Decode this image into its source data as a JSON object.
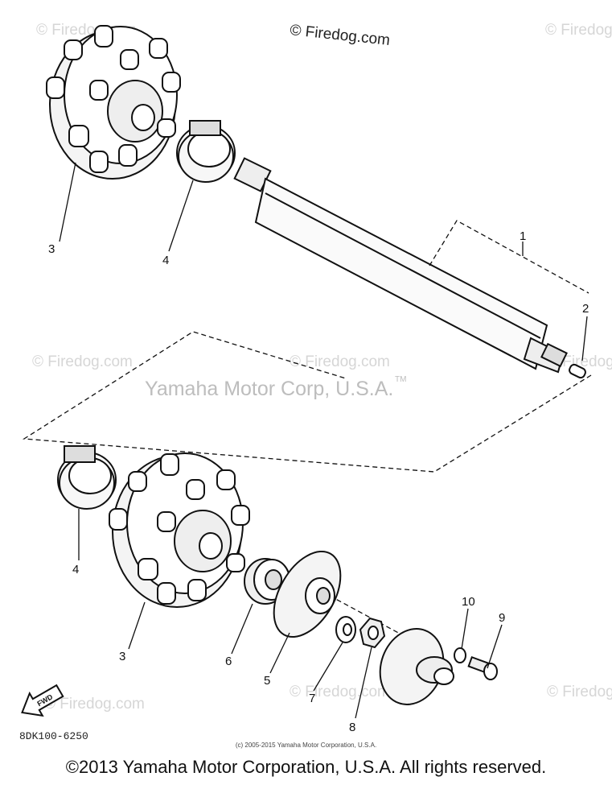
{
  "watermark": {
    "site_top": "© Firedog.com",
    "site_small": "© Firedog.com",
    "center": "Yamaha Motor Corp, U.S.A.",
    "tm": "TM"
  },
  "diagram": {
    "drawing_code": "8DK100-6250",
    "fwd_label": "FWD",
    "callouts": {
      "c1": "1",
      "c2": "2",
      "c3a": "3",
      "c3b": "3",
      "c4a": "4",
      "c4b": "4",
      "c5": "5",
      "c6": "6",
      "c7": "7",
      "c8": "8",
      "c9": "9",
      "c10": "10"
    }
  },
  "fine_print": "(c) 2005-2015 Yamaha Motor Corporation, U.S.A.",
  "footer": "©2013 Yamaha Motor Corporation, U.S.A. All rights reserved."
}
